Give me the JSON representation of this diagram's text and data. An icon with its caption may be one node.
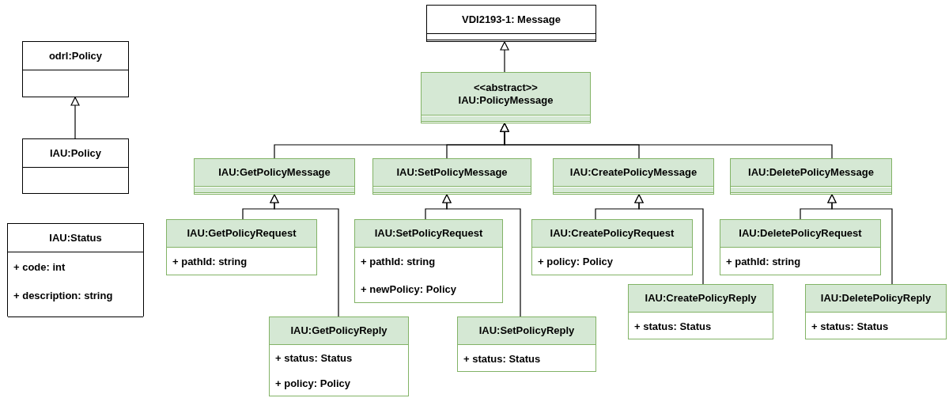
{
  "diagram": {
    "nodes": [
      {
        "text": [
          "odrl:Policy"
        ]
      },
      {
        "text": [
          "IAU:Policy"
        ]
      },
      {
        "text": [
          "IAU:Status",
          "+ code: int",
          "+ description: string"
        ]
      },
      {
        "text": [
          "VDI2193-1: Message"
        ]
      },
      {
        "text": [
          "<<abstract>>",
          "IAU:PolicyMessage"
        ]
      },
      {
        "text": [
          "IAU:GetPolicyMessage"
        ]
      },
      {
        "text": [
          "IAU:SetPolicyMessage"
        ]
      },
      {
        "text": [
          "IAU:CreatePolicyMessage"
        ]
      },
      {
        "text": [
          "IAU:DeletePolicyMessage"
        ]
      },
      {
        "text": [
          "IAU:GetPolicyRequest",
          "+ pathId: string"
        ]
      },
      {
        "text": [
          "IAU:GetPolicyReply",
          "+ status: Status",
          "+ policy: Policy"
        ]
      },
      {
        "text": [
          "IAU:SetPolicyRequest",
          "+ pathId: string",
          "+ newPolicy: Policy"
        ]
      },
      {
        "text": [
          "IAU:SetPolicyReply",
          "+ status: Status"
        ]
      },
      {
        "text": [
          "IAU:CreatePolicyRequest",
          "+ policy: Policy"
        ]
      },
      {
        "text": [
          "IAU:CreatePolicyReply",
          "+ status: Status"
        ]
      },
      {
        "text": [
          "IAU:DeletePolicyRequest",
          "+ pathId: string"
        ]
      },
      {
        "text": [
          "IAU:DeletePolicyReply",
          "+ status: Status"
        ]
      }
    ],
    "edges": [
      {
        "from": 1,
        "to": 0,
        "arrow": "to"
      },
      {
        "from": 4,
        "to": 3,
        "arrow": "to"
      },
      {
        "from": 5,
        "to": 4,
        "arrow": "to"
      },
      {
        "from": 6,
        "to": 4,
        "arrow": "to"
      },
      {
        "from": 7,
        "to": 4,
        "arrow": "to"
      },
      {
        "from": 8,
        "to": 4,
        "arrow": "to"
      },
      {
        "from": 9,
        "to": 5,
        "arrow": "to"
      },
      {
        "from": 10,
        "to": 5,
        "arrow": "to"
      },
      {
        "from": 11,
        "to": 6,
        "arrow": "to"
      },
      {
        "from": 12,
        "to": 6,
        "arrow": "to"
      },
      {
        "from": 13,
        "to": 7,
        "arrow": "to"
      },
      {
        "from": 14,
        "to": 7,
        "arrow": "to"
      },
      {
        "from": 15,
        "to": 8,
        "arrow": "to"
      },
      {
        "from": 16,
        "to": 8,
        "arrow": "to"
      }
    ]
  }
}
